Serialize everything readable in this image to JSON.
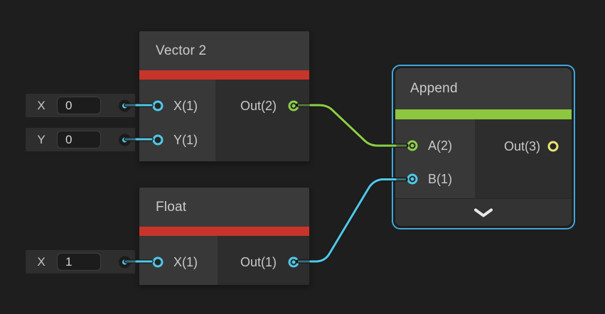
{
  "editor": {
    "type_label": "shader-graph-node-editor"
  },
  "colors": {
    "background": "#1e1e1e",
    "node_body": "#2d2d2d",
    "node_input_column": "#383838",
    "node_header": "#3a3a3a",
    "accent_red": "#c9342a",
    "accent_green": "#8dc63f",
    "selection_blue": "#3fa7dc",
    "wire_green": "#8ccf45",
    "wire_cyan": "#4fc8e8",
    "port_cyan": "#4fc8e8",
    "port_green": "#8dd04a",
    "port_yellow": "#e9e474",
    "label_text": "#c9c9c9"
  },
  "nodes": {
    "vector2": {
      "title": "Vector 2",
      "inputs": [
        {
          "label": "X(1)"
        },
        {
          "label": "Y(1)"
        }
      ],
      "outputs": [
        {
          "label": "Out(2)"
        }
      ]
    },
    "float": {
      "title": "Float",
      "inputs": [
        {
          "label": "X(1)"
        }
      ],
      "outputs": [
        {
          "label": "Out(1)"
        }
      ]
    },
    "append": {
      "title": "Append",
      "selected": true,
      "inputs": [
        {
          "label": "A(2)"
        },
        {
          "label": "B(1)"
        }
      ],
      "outputs": [
        {
          "label": "Out(3)"
        }
      ]
    }
  },
  "inline_widgets": [
    {
      "label": "X",
      "value": "0"
    },
    {
      "label": "Y",
      "value": "0"
    },
    {
      "label": "X",
      "value": "1"
    }
  ],
  "edges": [
    {
      "from": "Vector 2 Out(2)",
      "to": "Append A(2)",
      "color": "#8ccf45"
    },
    {
      "from": "Float Out(1)",
      "to": "Append B(1)",
      "color": "#4fc8e8"
    }
  ]
}
